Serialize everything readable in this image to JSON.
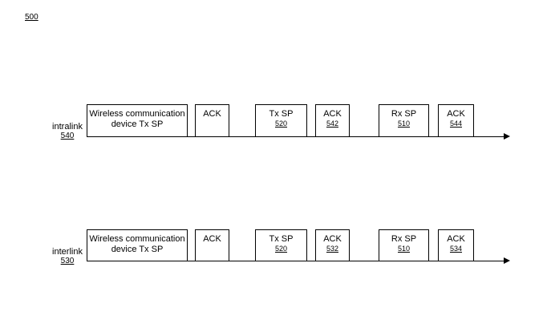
{
  "figure_number": "500",
  "lanes": [
    {
      "label": "intralink",
      "ref": "540",
      "boxes": [
        {
          "text": "Wireless communication device Tx SP",
          "ref": ""
        },
        {
          "text": "ACK",
          "ref": ""
        },
        {
          "text": "Tx SP",
          "ref": "520"
        },
        {
          "text": "ACK",
          "ref": "542"
        },
        {
          "text": "Rx SP",
          "ref": "510"
        },
        {
          "text": "ACK",
          "ref": "544"
        }
      ]
    },
    {
      "label": "interlink",
      "ref": "530",
      "boxes": [
        {
          "text": "Wireless communication device Tx SP",
          "ref": ""
        },
        {
          "text": "ACK",
          "ref": ""
        },
        {
          "text": "Tx SP",
          "ref": "520"
        },
        {
          "text": "ACK",
          "ref": "532"
        },
        {
          "text": "Rx SP",
          "ref": "510"
        },
        {
          "text": "ACK",
          "ref": "534"
        }
      ]
    }
  ]
}
